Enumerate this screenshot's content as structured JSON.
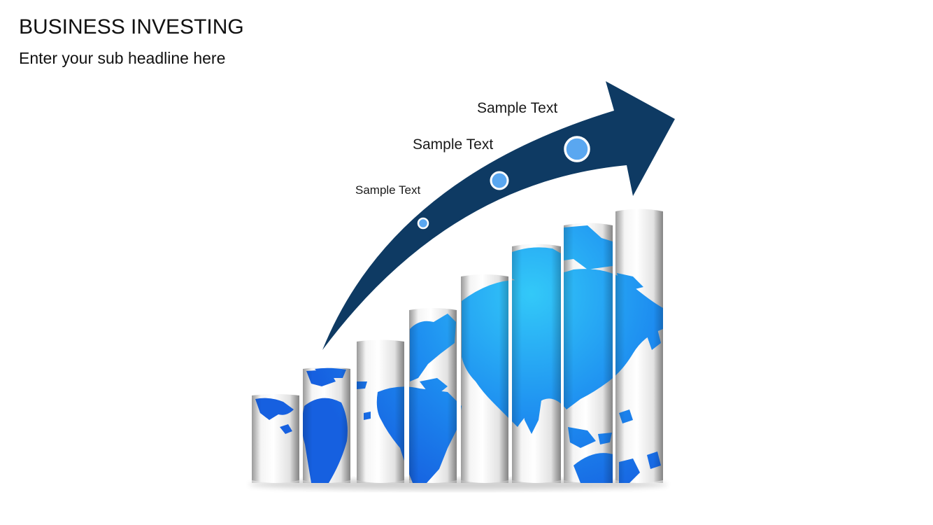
{
  "slide": {
    "title": "BUSINESS INVESTING",
    "subtitle": "Enter your sub headline here"
  },
  "labels": [
    "Sample Text",
    "Sample Text",
    "Sample Text"
  ],
  "bars": {
    "count": 8
  },
  "colors": {
    "arrow": "#0e3a63",
    "dot": "#5aa7f0",
    "map_light": "#2fc3f7",
    "map_dark": "#1a6fe8",
    "cylinder_edge": "#cfcfcf"
  },
  "icons": [
    "world-map-icon",
    "growth-arrow-icon"
  ]
}
